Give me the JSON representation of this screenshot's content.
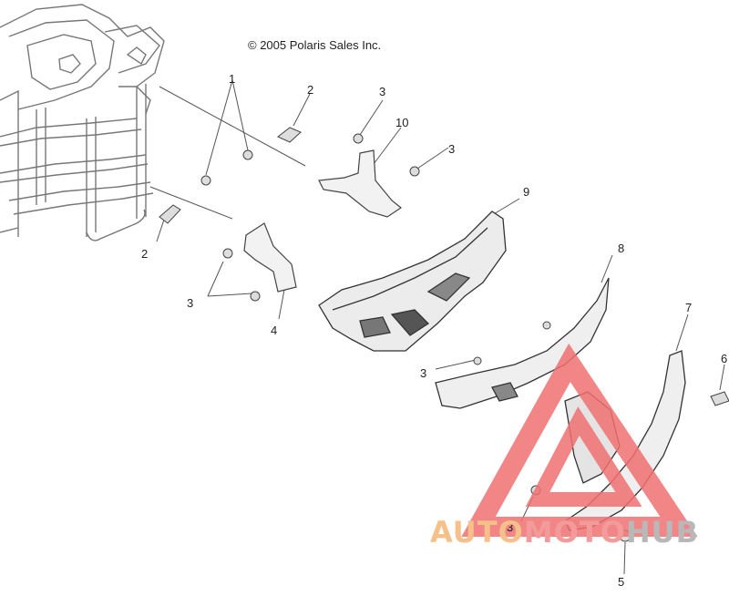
{
  "copyright": "© 2005 Polaris Sales Inc.",
  "callouts": [
    "1",
    "2",
    "3",
    "10",
    "3",
    "9",
    "2",
    "3",
    "4",
    "8",
    "3",
    "7",
    "6",
    "3",
    "5"
  ],
  "watermark": {
    "part1": "AUTO",
    "part2": "MOTO",
    "part3": "HUB",
    "colors": {
      "triangle": "#f07070",
      "auto": "#f5c08a",
      "moto": "#f39a9a",
      "hub": "#b8b8b8"
    }
  }
}
